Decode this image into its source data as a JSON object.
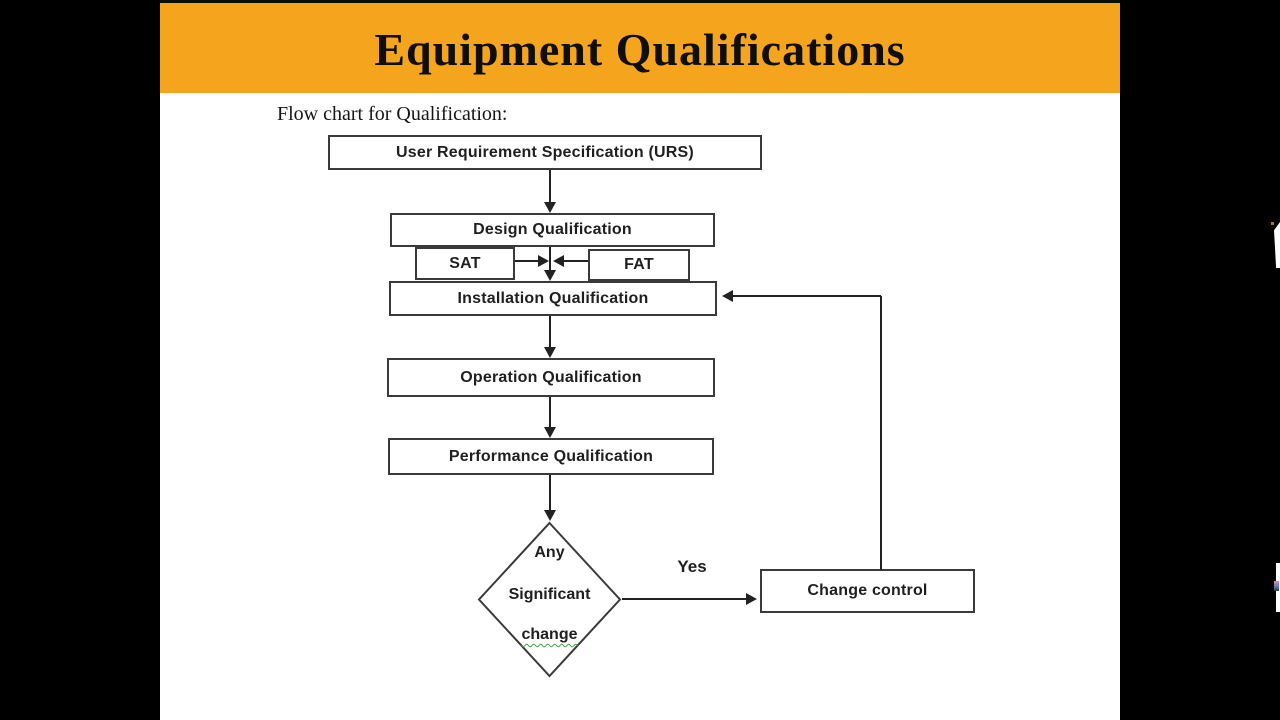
{
  "slide": {
    "title": "Equipment Qualifications",
    "subtitle": "Flow chart for Qualification:"
  },
  "flowchart": {
    "nodes": {
      "urs": "User Requirement Specification (URS)",
      "design": "Design Qualification",
      "sat": "SAT",
      "fat": "FAT",
      "installation": "Installation Qualification",
      "operation": "Operation Qualification",
      "performance": "Performance Qualification",
      "decision_line1": "Any",
      "decision_line2": "Significant",
      "decision_line3": "change",
      "change_control": "Change control"
    },
    "edge_labels": {
      "yes": "Yes"
    }
  },
  "colors": {
    "banner": "#F5A41E",
    "line": "#222222",
    "boxBorder": "#3A3A3A",
    "text": "#1F1F1F",
    "slideBg": "#FFFFFF",
    "letterbox": "#000000",
    "squiggle": "#3DA53D"
  }
}
